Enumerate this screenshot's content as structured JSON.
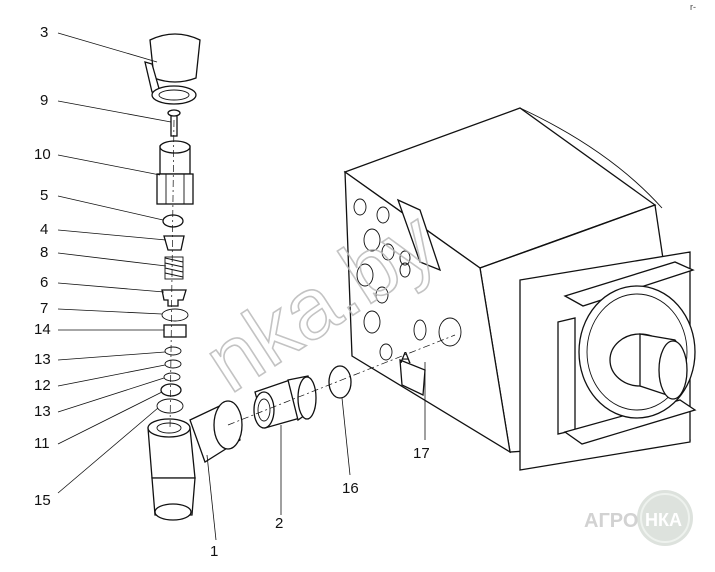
{
  "callouts": {
    "c3": "3",
    "c9": "9",
    "c10": "10",
    "c5": "5",
    "c4": "4",
    "c8": "8",
    "c6": "6",
    "c7": "7",
    "c14": "14",
    "c13a": "13",
    "c12": "12",
    "c13b": "13",
    "c11": "11",
    "c15": "15",
    "c1": "1",
    "c2": "2",
    "c16": "16",
    "c17": "17"
  },
  "port_mark": "A",
  "watermark": {
    "site_text": "nka.by",
    "logo_left": "АГРО",
    "logo_right": "НКА",
    "color": "#bdbdbd"
  },
  "corner_mark": "r-"
}
